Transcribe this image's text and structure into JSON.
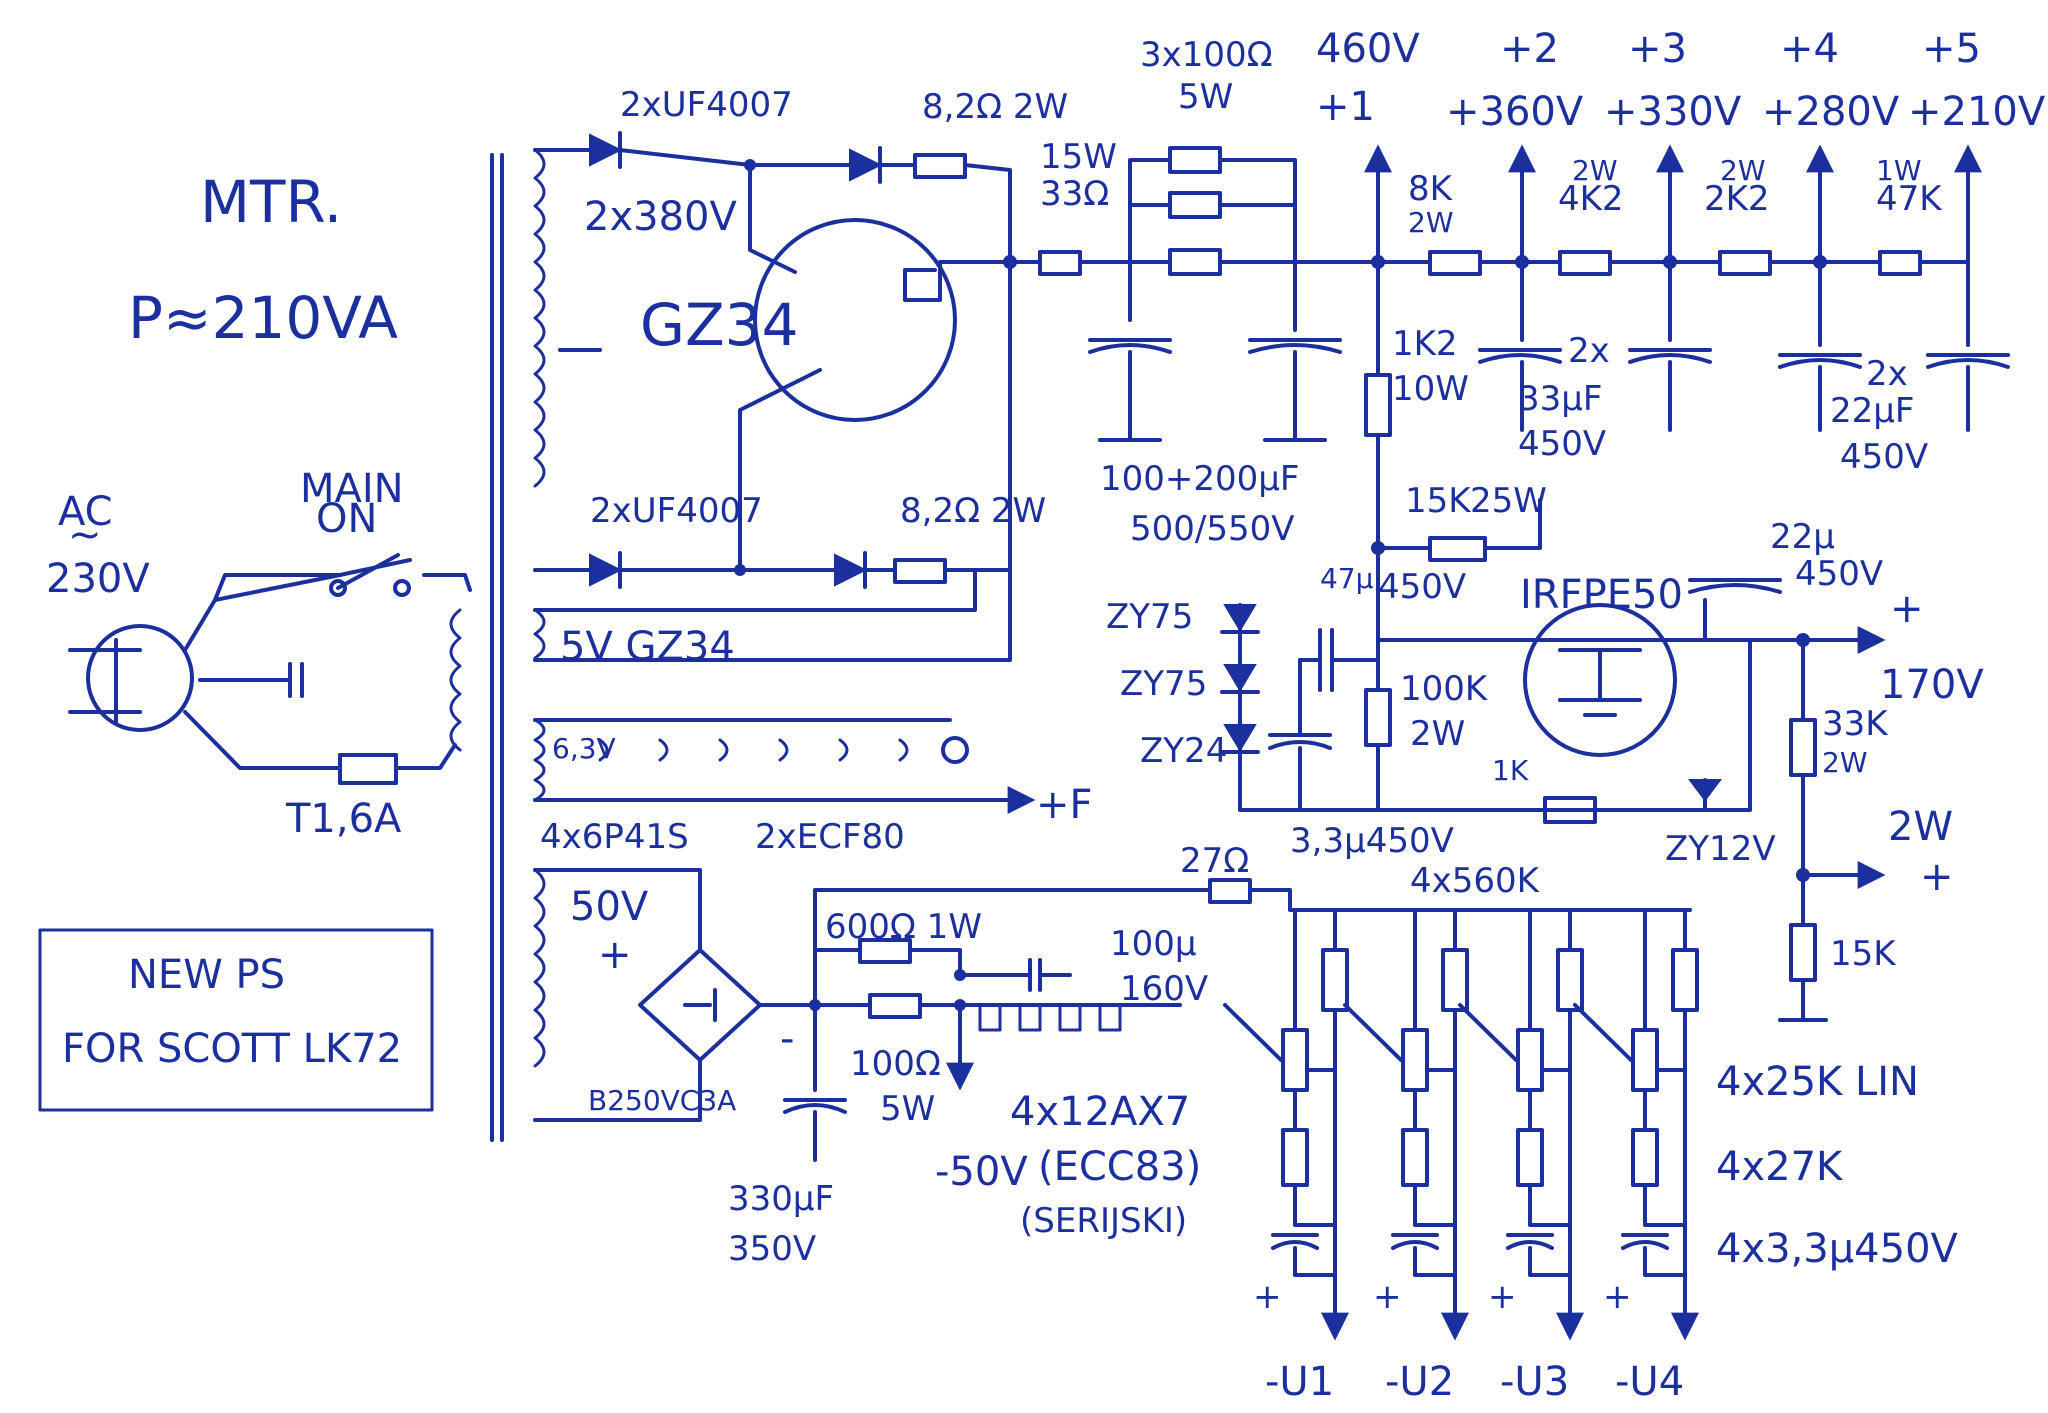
{
  "title_block": {
    "transformer": "MTR.",
    "power": "P≈210VA",
    "box_line1": "NEW PS",
    "box_line2": "FOR SCOTT LK72"
  },
  "mains": {
    "ac_label": "AC",
    "ac_symbol": "~",
    "ac_voltage": "230V",
    "switch_label_1": "MAIN",
    "switch_label_2": "ON",
    "fuse": "T1,6A"
  },
  "hv_section": {
    "diodes_top": "2xUF4007",
    "winding": "2x380V",
    "rectifier_tube": "GZ34",
    "res_top": "8,2Ω 2W",
    "diodes_bottom": "2xUF4007",
    "res_bottom": "8,2Ω 2W",
    "heater_5v": "5V GZ34"
  },
  "filter": {
    "res_15w": "15W",
    "res_33": "33Ω",
    "res_3x100": "3x100Ω",
    "res_5w": "5W",
    "caps": "100+200µF",
    "caps_rating": "500/550V"
  },
  "rails": {
    "node1_voltage": "460V",
    "node1_tag": "+1",
    "node2_tag": "+2",
    "node2_voltage": "+360V",
    "node3_tag": "+3",
    "node3_voltage": "+330V",
    "node4_tag": "+4",
    "node4_voltage": "+280V",
    "node5_tag": "+5",
    "node5_voltage": "+210V",
    "r1": "8K",
    "r1_power": "2W",
    "r2": "4K2",
    "r2_power": "2W",
    "r3": "2K2",
    "r3_power": "2W",
    "r4": "47K",
    "r4_power": "1W",
    "caps_left_1": "2x",
    "caps_left_2": "33µF",
    "caps_left_3": "450V",
    "caps_right_1": "2x",
    "caps_right_2": "22µF",
    "caps_right_3": "450V"
  },
  "regulator": {
    "r_1k2": "1K2",
    "r_1k2_power": "10W",
    "r_15k": "15K",
    "r_15k_power": "25W",
    "zener1": "ZY75",
    "zener2": "ZY75",
    "zener3": "ZY24",
    "cap_47": "47µ",
    "cap_47_rating": "450V",
    "r_100k": "100K",
    "r_100k_power": "2W",
    "cap_33": "3,3µ450V",
    "mosfet": "IRFPE50",
    "r_1k": "1K",
    "zener4": "ZY12V",
    "cap_22": "22µ",
    "cap_22_rating": "450V",
    "out_plus": "+",
    "out_voltage": "170V",
    "r_33k": "33K",
    "r_33k_power": "2W",
    "r_15k_low": "15K",
    "out2_power": "2W",
    "out2_plus": "+"
  },
  "heater": {
    "voltage": "6,3V",
    "tubes_a": "4x6P41S",
    "tubes_b": "2xECF80",
    "output": "+F"
  },
  "bias": {
    "winding": "50V",
    "plus": "+",
    "minus": "-",
    "bridge": "B250VC3A",
    "r_600": "600Ω 1W",
    "cap_100": "100µ",
    "cap_100_rating": "160V",
    "r_100": "100Ω",
    "r_100_power": "5W",
    "heaters_12ax7": "4x12AX7",
    "heaters_ecc83": "(ECC83)",
    "heaters_series": "(SERIJSKI)",
    "voltage_out": "-50V",
    "cap_330": "330µF",
    "cap_330_rating": "350V",
    "r_27": "27Ω",
    "r_560k": "4x560K",
    "pot": "4x25K LIN",
    "r_27k": "4x27K",
    "caps": "4x3,3µ450V",
    "out1": "-U1",
    "out2": "-U2",
    "out3": "-U3",
    "out4": "-U4"
  }
}
